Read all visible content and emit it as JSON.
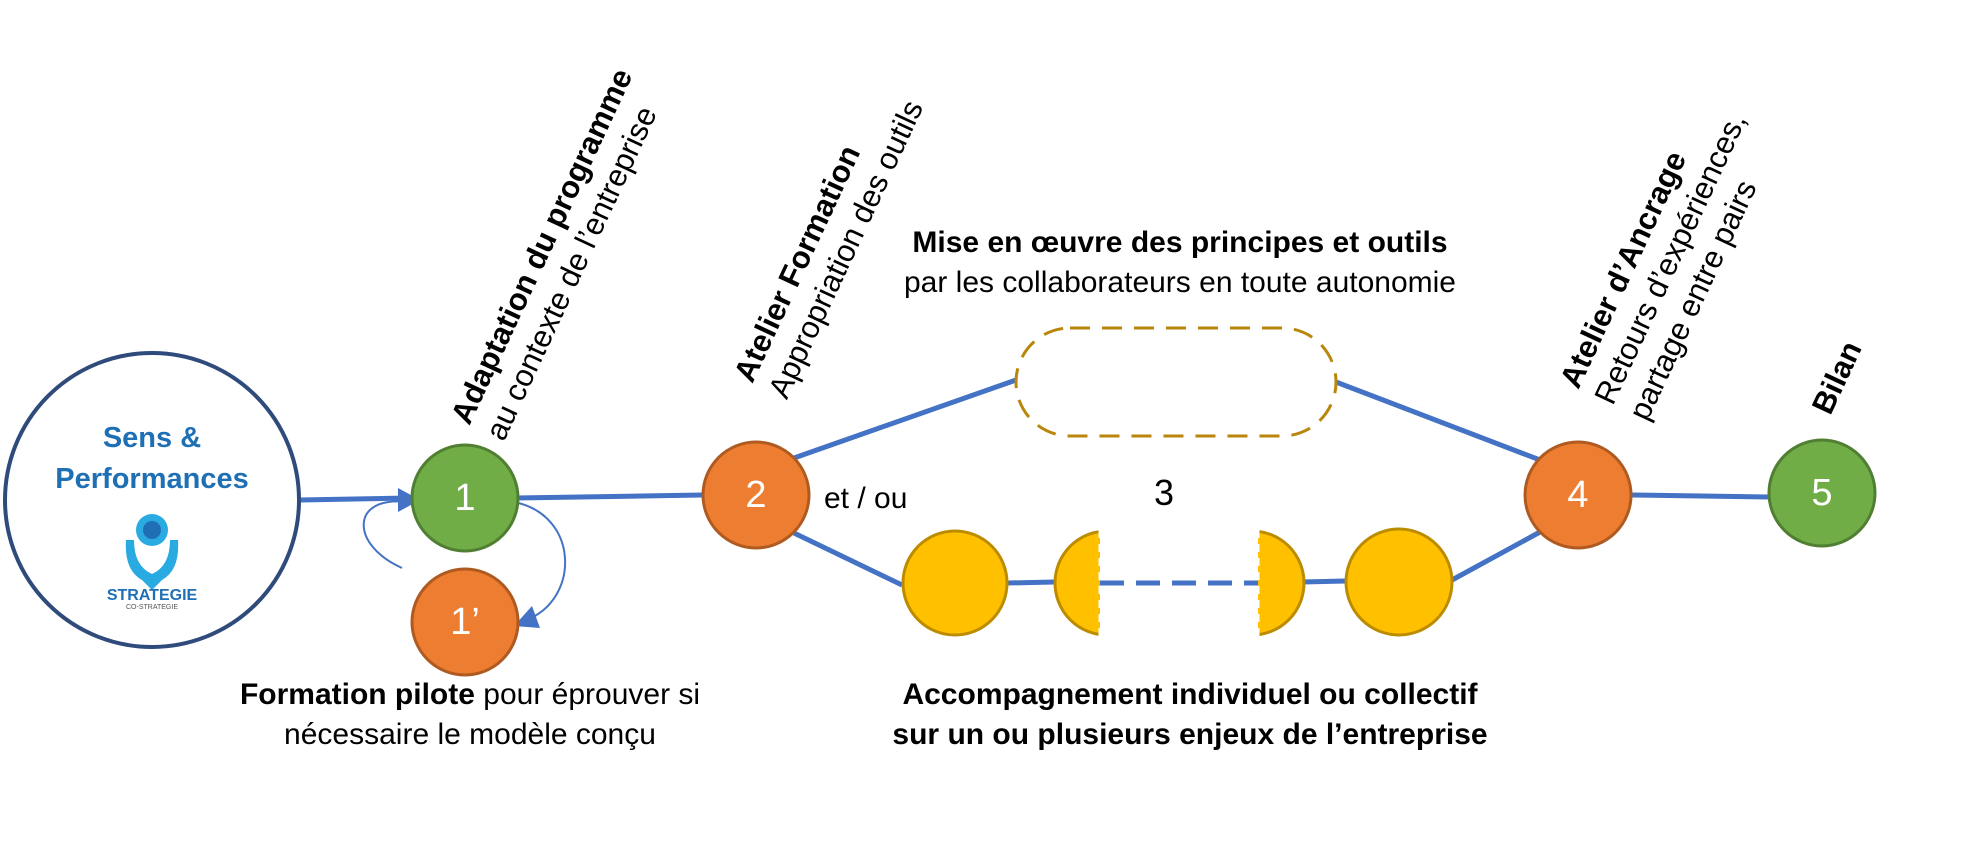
{
  "intro": {
    "title_line1": "Sens &",
    "title_line2": "Performances",
    "logo_text": "STRATEGIE",
    "logo_subtext": "CO-STRATEGIE"
  },
  "nodes": {
    "n1": "1",
    "n1_prime": "1’",
    "n2": "2",
    "n3": "3",
    "n4": "4",
    "n5": "5"
  },
  "labels": {
    "step1_title": "Adaptation du programme",
    "step1_sub": "au contexte de l’entreprise",
    "step2_title": "Atelier Formation",
    "step2_sub": "Appropriation des outils",
    "step3_top_title": "Mise en œuvre des principes et outils",
    "step3_top_sub": "par les collaborateurs en toute autonomie",
    "et_ou": "et / ou",
    "step3_bottom_line1": "Accompagnement individuel ou collectif",
    "step3_bottom_line2": "sur un ou plusieurs enjeux de l’entreprise",
    "step4_title": "Atelier d’Ancrage",
    "step4_sub1": "Retours d’expériences,",
    "step4_sub2": "partage entre pairs",
    "step5_title": "Bilan",
    "pilot_bold": "Formation pilote",
    "pilot_rest": " pour éprouver si",
    "pilot_line2": "nécessaire le modèle conçu"
  },
  "colors": {
    "line_blue": "#4472c4",
    "navy": "#2f4b7c",
    "brand_blue": "#1f6fb5",
    "logo_cyan": "#29abe2",
    "green": "#70ad47",
    "green_border": "#507e32",
    "orange": "#ed7d31",
    "orange_border": "#ae5a21",
    "yellow": "#ffc000",
    "yellow_border": "#bc8c00",
    "dashed_gold": "#b8860b"
  }
}
